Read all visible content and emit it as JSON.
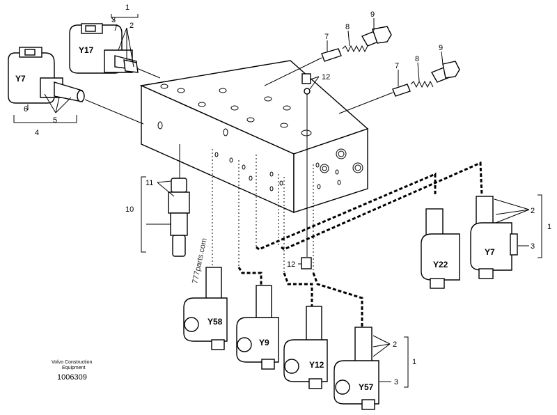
{
  "callouts": {
    "n1": "1",
    "n2": "2",
    "n3": "3",
    "n4": "4",
    "n5": "5",
    "n6": "6",
    "n7": "7",
    "n8": "8",
    "n9": "9",
    "n10": "10",
    "n11": "11",
    "n12": "12"
  },
  "solenoids": {
    "y17": "Y17",
    "y7_left": "Y7",
    "y22": "Y22",
    "y7_right": "Y7",
    "y58": "Y58",
    "y9": "Y9",
    "y12": "Y12",
    "y57": "Y57"
  },
  "watermark": "777parts.com",
  "footer": {
    "brand_line1": "Volvo Construction",
    "brand_line2": "Equipment",
    "drawing_number": "1006309"
  }
}
